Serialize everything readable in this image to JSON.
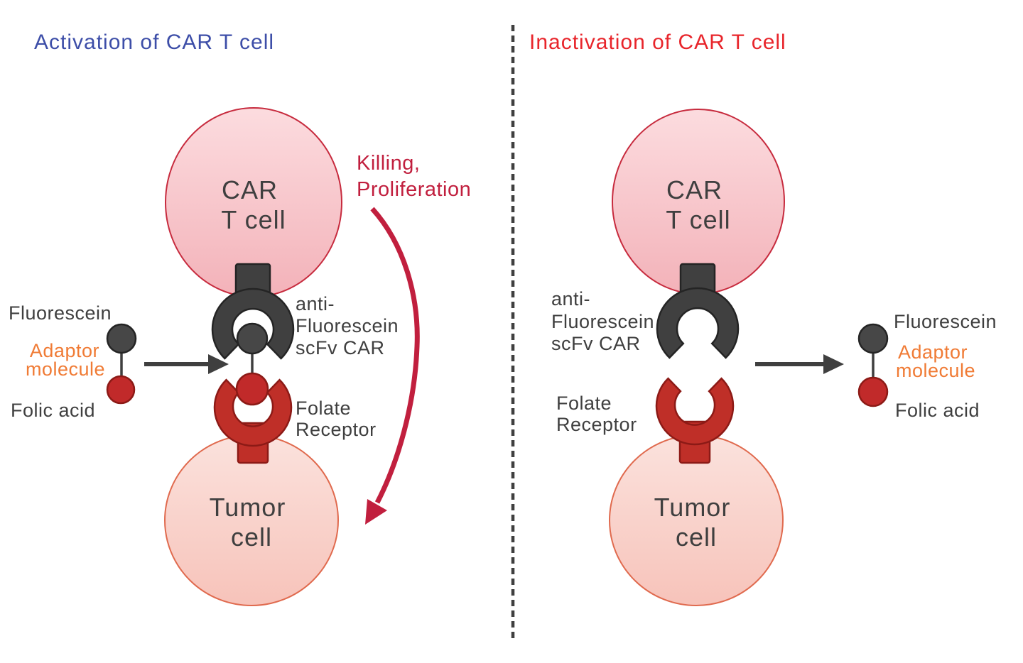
{
  "diagram": {
    "left": {
      "title": "Activation of CAR T cell",
      "car_cell": [
        "CAR",
        "T cell"
      ],
      "tumor_cell": [
        "Tumor",
        "cell"
      ],
      "fluorescein": "Fluorescein",
      "adaptor": [
        "Adaptor",
        "molecule"
      ],
      "folic_acid": "Folic acid",
      "car_receptor": [
        "anti-",
        "Fluorescein",
        "scFv CAR"
      ],
      "folate_receptor": [
        "Folate",
        "Receptor"
      ],
      "outcome": [
        "Killing,",
        "Proliferation"
      ]
    },
    "right": {
      "title": "Inactivation of CAR T cell",
      "car_cell": [
        "CAR",
        "T cell"
      ],
      "tumor_cell": [
        "Tumor",
        "cell"
      ],
      "fluorescein": "Fluorescein",
      "adaptor": [
        "Adaptor",
        "molecule"
      ],
      "folic_acid": "Folic acid",
      "car_receptor": [
        "anti-",
        "Fluorescein",
        "scFv CAR"
      ],
      "folate_receptor": [
        "Folate",
        "Receptor"
      ]
    },
    "colors": {
      "activation_title": "#3D4EA8",
      "inactivation_title": "#E8252B",
      "outcome_text": "#C11F3E",
      "outcome_arrow": "#C11F3E",
      "adaptor_text": "#F07B35",
      "label_text": "#3F3F3F",
      "car_cell_fill_top": "#FCDCDF",
      "car_cell_fill_bottom": "#F3B2B9",
      "car_cell_border": "#C72B3E",
      "tumor_cell_fill_top": "#FBE2DD",
      "tumor_cell_fill_bottom": "#F7C3BA",
      "tumor_cell_border": "#E06A4E",
      "receptor_dark": "#404040",
      "receptor_red": "#BF2F28",
      "fluorescein_ball": "#474747",
      "folic_acid_ball": "#C12A2A",
      "divider": "#3F3F3F"
    }
  }
}
